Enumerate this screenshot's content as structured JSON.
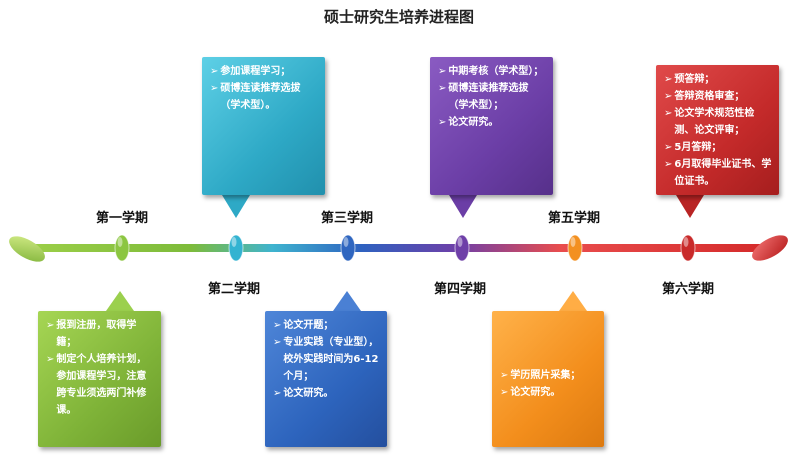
{
  "title": "硕士研究生培养进程图",
  "semesters": [
    {
      "label": "第一学期"
    },
    {
      "label": "第二学期"
    },
    {
      "label": "第三学期"
    },
    {
      "label": "第四学期"
    },
    {
      "label": "第五学期"
    },
    {
      "label": "第六学期"
    }
  ],
  "boxes": [
    {
      "items": [
        "报到注册，取得学籍；",
        "制定个人培养计划，参加课程学习，注意跨专业须选两门补修课。"
      ]
    },
    {
      "items": [
        "参加课程学习；",
        "硕博连读推荐选拔（学术型）。"
      ]
    },
    {
      "items": [
        "论文开题；",
        "专业实践（专业型），校外实践时间为6-12个月；",
        "论文研究。"
      ]
    },
    {
      "items": [
        "中期考核（学术型）；",
        "硕博连读推荐选拔（学术型）；",
        "论文研究。"
      ]
    },
    {
      "items": [
        "学历照片采集；",
        "论文研究。"
      ]
    },
    {
      "items": [
        "预答辩；",
        "答辩资格审查；",
        "论文学术规范性检测、论文评审；",
        "5月答辩；",
        "6月取得毕业证书、学位证书。"
      ]
    }
  ],
  "bullet": "➢",
  "colors": [
    "#8cc641",
    "#33b3d1",
    "#2f66c0",
    "#6e3fa8",
    "#f39020",
    "#c92a2a"
  ]
}
